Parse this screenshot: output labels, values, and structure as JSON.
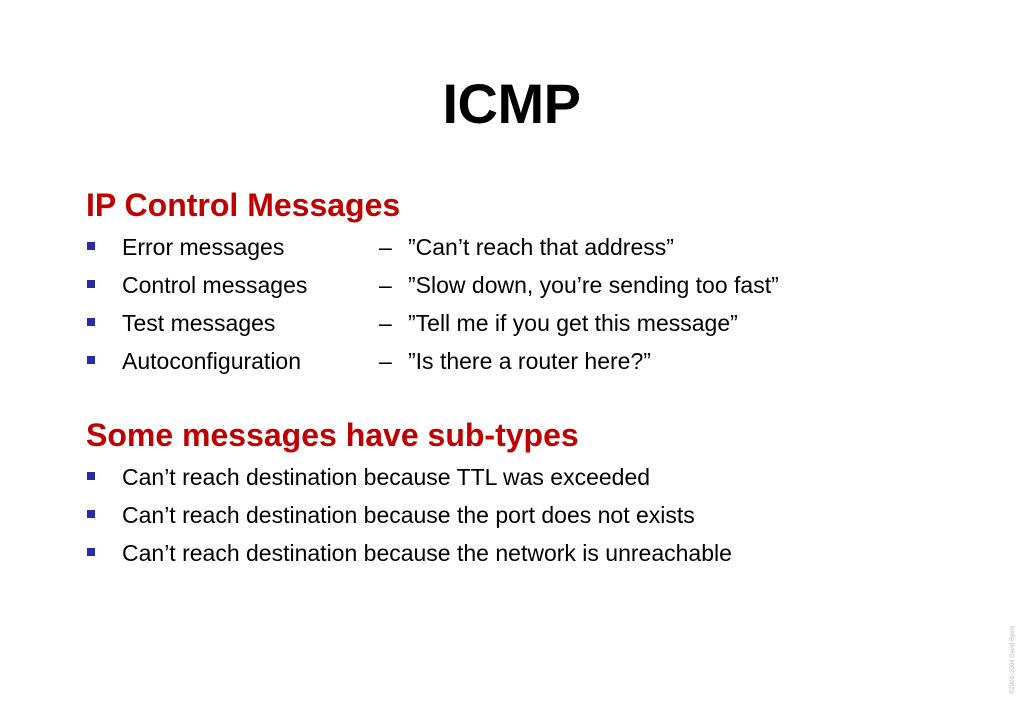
{
  "title": "ICMP",
  "section1": {
    "heading": "IP Control Messages",
    "items": [
      {
        "label": "Error messages",
        "dash": "–",
        "desc": "”Can’t reach that address”"
      },
      {
        "label": "Control messages",
        "dash": "–",
        "desc": "”Slow down, you’re sending too fast”"
      },
      {
        "label": "Test messages",
        "dash": "–",
        "desc": "”Tell me if you get this message”"
      },
      {
        "label": "Autoconfiguration",
        "dash": "–",
        "desc": "”Is there a router here?”"
      }
    ]
  },
  "section2": {
    "heading": "Some messages have sub-types",
    "items": [
      {
        "label": "Can’t reach destination because TTL was exceeded"
      },
      {
        "label": "Can’t reach destination because the port does not exists"
      },
      {
        "label": "Can’t reach destination because the network is unreachable"
      }
    ]
  },
  "footer": {
    "copyright": "©2003–2004 David Byers"
  },
  "colors": {
    "heading": "#c00000",
    "bullet": "#2a2aa8",
    "text": "#000000"
  }
}
